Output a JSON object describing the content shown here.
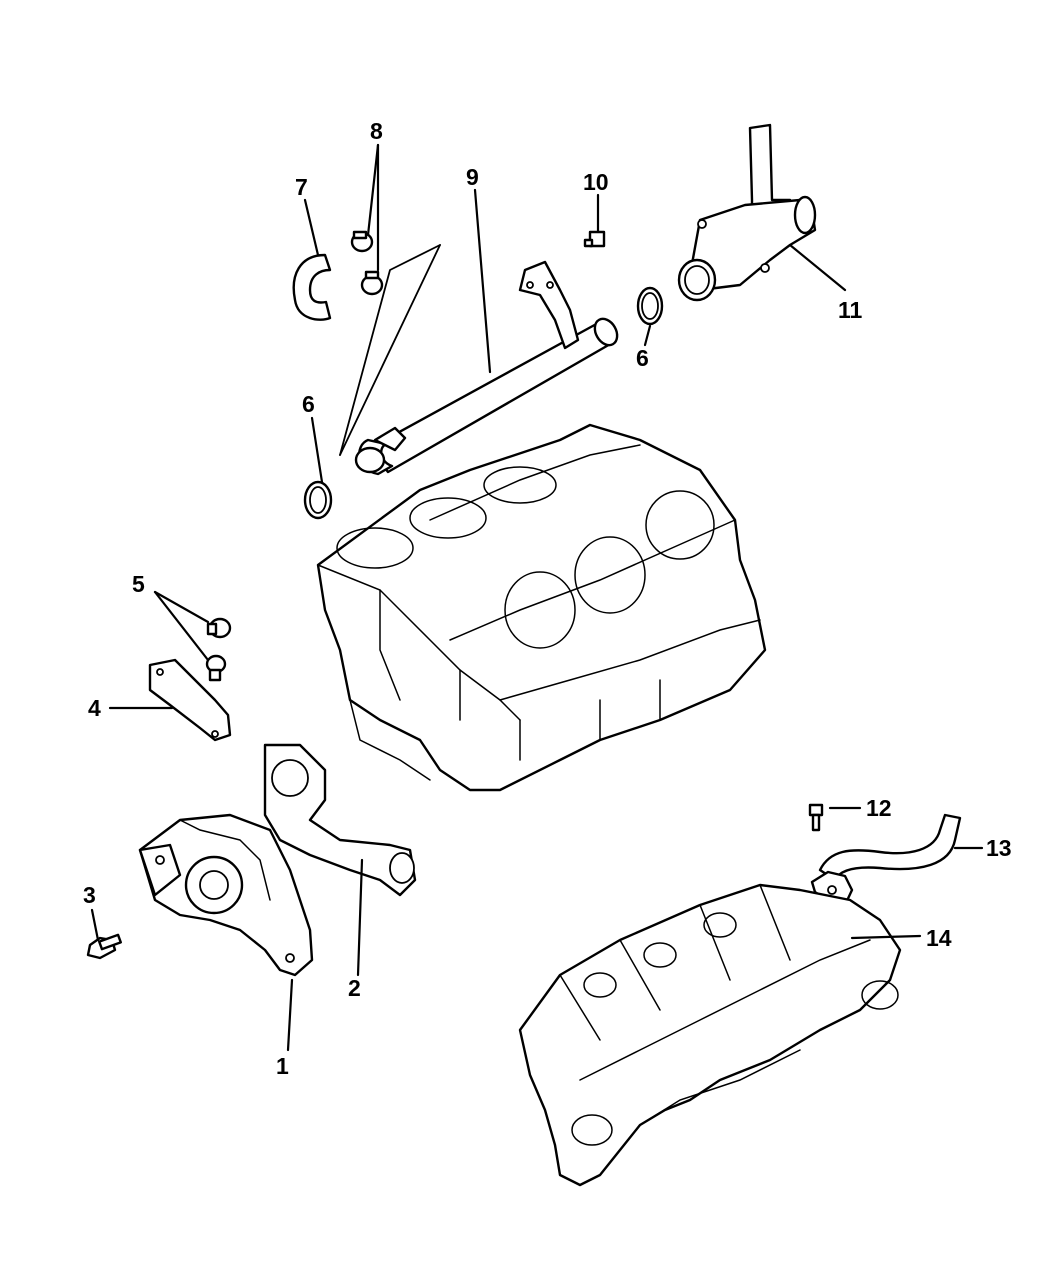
{
  "callouts": [
    {
      "id": "c1",
      "label": "1"
    },
    {
      "id": "c2",
      "label": "2"
    },
    {
      "id": "c3",
      "label": "3"
    },
    {
      "id": "c4",
      "label": "4"
    },
    {
      "id": "c5",
      "label": "5"
    },
    {
      "id": "c6a",
      "label": "6"
    },
    {
      "id": "c6b",
      "label": "6"
    },
    {
      "id": "c7",
      "label": "7"
    },
    {
      "id": "c8",
      "label": "8"
    },
    {
      "id": "c9",
      "label": "9"
    },
    {
      "id": "c10",
      "label": "10"
    },
    {
      "id": "c11",
      "label": "11"
    },
    {
      "id": "c12",
      "label": "12"
    },
    {
      "id": "c13",
      "label": "13"
    },
    {
      "id": "c14",
      "label": "14"
    }
  ],
  "colors": {
    "ink": "#000000",
    "paper": "#ffffff"
  }
}
